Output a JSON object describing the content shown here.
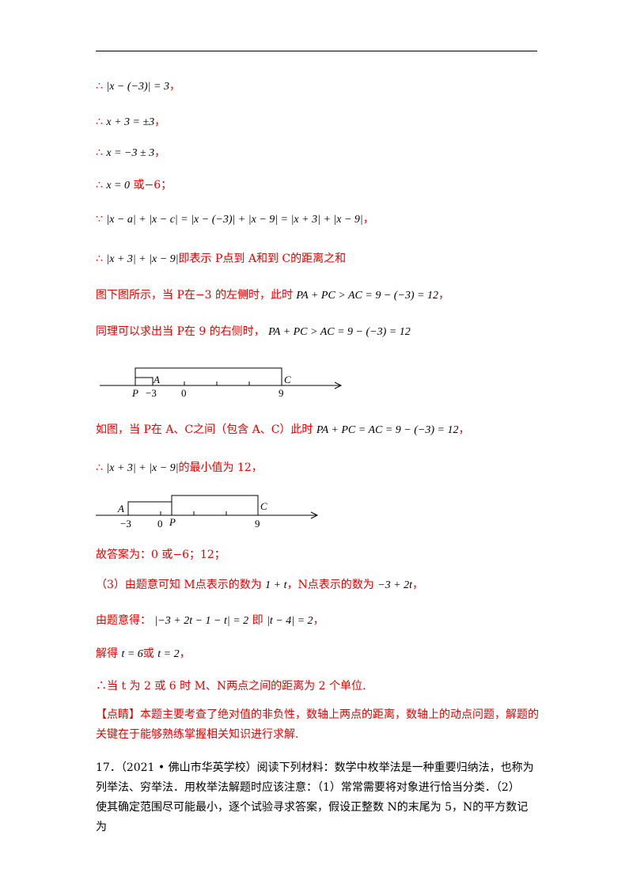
{
  "lines": [
    {
      "sym": "∴",
      "math": "|x − (−3)| = 3",
      "tail": "，"
    },
    {
      "sym": "∴",
      "math": "x + 3 = ±3",
      "tail": "，"
    },
    {
      "sym": "∴",
      "math": "x = −3 ± 3",
      "tail": "，"
    },
    {
      "sym": "∴",
      "math": "x = 0",
      "tail": " 或−6；"
    },
    {
      "sym": "∵",
      "math": "|x − a| + |x − c| = |x − (−3)| + |x − 9| = |x + 3| + |x − 9|",
      "tail": "，"
    },
    {
      "sym": "∴",
      "math": "|x + 3| + |x − 9|",
      "tail_red": "即表示 P点到 A和到 C的距离之和"
    },
    {
      "text_red": "图下图所示，当 P在−3 的左侧时，此时",
      "math": "PA + PC > AC = 9 − (−3) = 12",
      "tail": "，"
    },
    {
      "text_red": "同理可以求出当 P在 9 的右侧时，",
      "math": "PA + PC > AC = 9 − (−3) = 12"
    },
    {
      "text_red": "如图，当 P在 A、C之间（包含 A、C）此时",
      "math": "PA + PC = AC = 9 − (−3) = 12",
      "tail": "，"
    },
    {
      "sym": "∴",
      "math": "|x + 3| + |x − 9|",
      "tail_red": "的最小值为 12，"
    },
    {
      "text_red": "故答案为：0 或−6；12；"
    },
    {
      "text_red": "（3）由题意可知 M点表示的数为",
      "math": "1 + t",
      "mid_red": "，N点表示的数为",
      "math2": "−3 + 2t",
      "tail": "，"
    },
    {
      "text_red": "由题意得：",
      "math": "|−3 + 2t − 1 − t| = 2",
      "mid_red": " 即",
      "math2": "|t − 4| = 2",
      "tail": "，"
    },
    {
      "text_red": "解得",
      "math": "t = 6",
      "mid_red": "或",
      "math2": "t = 2",
      "tail": "，"
    },
    {
      "sym": "∴",
      "text_red": "当 t 为 2 或 6 时 M、N两点之间的距离为 2 个单位."
    }
  ],
  "numberline1": {
    "labels": {
      "A": "A",
      "P": "P",
      "C": "C",
      "n3": "−3",
      "zero": "0",
      "nine": "9"
    }
  },
  "numberline2": {
    "labels": {
      "A": "A",
      "P": "P",
      "C": "C",
      "n3": "−3",
      "zero": "0",
      "nine": "9"
    }
  },
  "comment": {
    "tag": "【点睛】",
    "text": "本题主要考查了绝对值的非负性，数轴上两点的距离，数轴上的动点问题，解题的关键在于能够熟练掌握相关知识进行求解."
  },
  "problem17": {
    "line1": "17．（2021 • 佛山市华英学校）阅读下列材料：数学中枚举法是一种重要归纳法，也称为",
    "line2": "列举法、穷举法．用枚举法解题时应该注意：（1）常常需要将对象进行恰当分类．（2）",
    "line3": "使其确定范围尽可能最小，逐个试验寻求答案，假设正整数 N的末尾为 5，N的平方数记为"
  }
}
